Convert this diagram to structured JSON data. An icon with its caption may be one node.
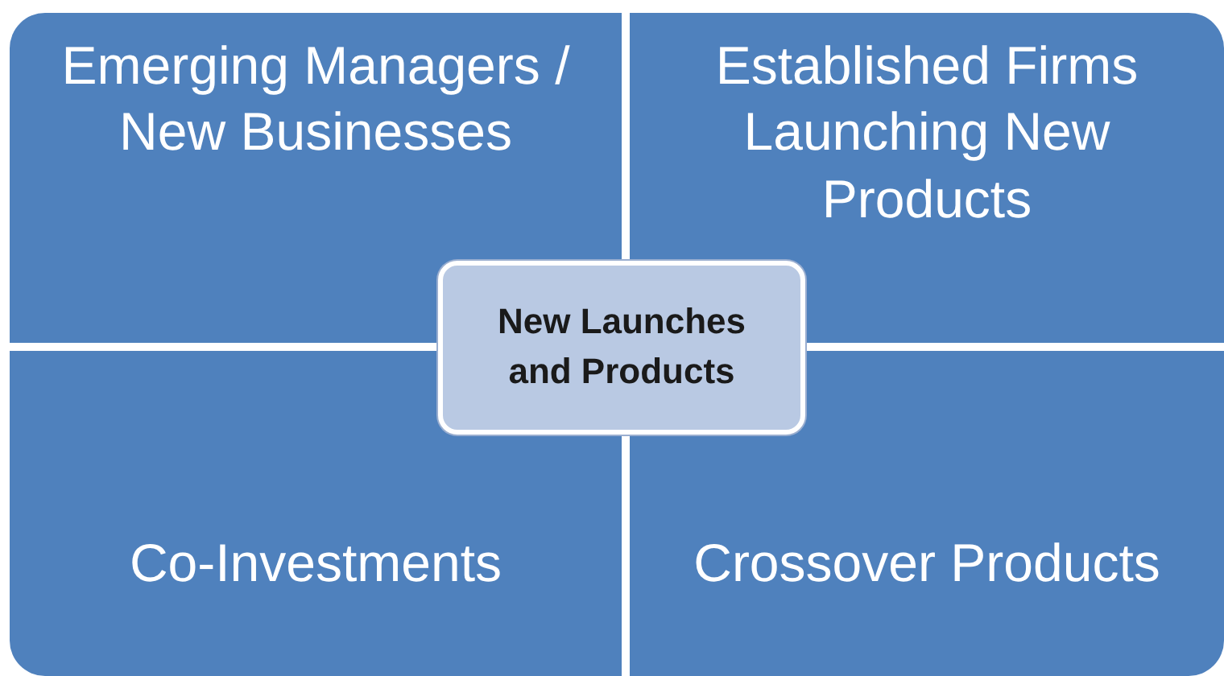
{
  "diagram": {
    "nodes": [
      {
        "text": [
          "Emerging Managers / New Businesses"
        ]
      },
      {
        "text": [
          "Established Firms Launching New Products"
        ]
      },
      {
        "text": [
          "New Launches and Products"
        ]
      },
      {
        "text": [
          "Co-Investments"
        ]
      },
      {
        "text": [
          "Crossover Products"
        ]
      }
    ]
  }
}
